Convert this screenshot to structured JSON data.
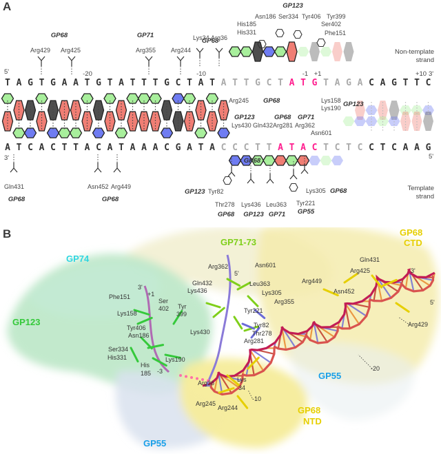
{
  "panel_a": {
    "letter": "A",
    "nontemplate_label_1": "Non-template",
    "nontemplate_label_2": "strand",
    "template_label_1": "Template",
    "template_label_2": "strand",
    "top_sequence": [
      "T",
      "A",
      "G",
      "T",
      "G",
      "A",
      "A",
      "T",
      "G",
      "T",
      "A",
      "T",
      "T",
      "T",
      "G",
      "C",
      "T",
      "A",
      "T",
      "A",
      "T",
      "T",
      "G",
      "C",
      "T",
      "A",
      "T",
      "G",
      "T",
      "A",
      "G",
      "A",
      "C",
      "A",
      "G",
      "T",
      "T",
      "C"
    ],
    "bottom_sequence": [
      "A",
      "T",
      "C",
      "A",
      "C",
      "T",
      "T",
      "A",
      "C",
      "A",
      "T",
      "A",
      "A",
      "A",
      "C",
      "G",
      "A",
      "T",
      "A",
      "C",
      "C",
      "C",
      "T",
      "T",
      "A",
      "T",
      "A",
      "C",
      "T",
      "C",
      "T",
      "C",
      "C",
      "T",
      "C",
      "A",
      "A",
      "G"
    ],
    "top_end_5": "5'",
    "top_end_3": "3'",
    "bottom_end_3": "3'",
    "bottom_end_5": "5'",
    "position_labels": {
      "m20": "-20",
      "m10": "-10",
      "m1": "-1",
      "p1": "+1",
      "p10": "+10"
    },
    "top_residues": {
      "arg429": "Arg429",
      "arg425": "Arg425",
      "arg355": "Arg355",
      "arg244": "Arg244",
      "lys34": "Lys34",
      "arg36": "Arg36",
      "arg245": "Arg245",
      "his185": "His185",
      "his331": "His331",
      "asn186": "Asn186",
      "ser334": "Ser334",
      "tyr406": "Tyr406",
      "tyr399": "Tyr399",
      "ser402": "Ser402",
      "phe151": "Phe151",
      "lys158": "Lys158",
      "lys190": "Lys190"
    },
    "top_gp_labels": {
      "gp68_left": "GP68",
      "gp71": "GP71",
      "gp68_mid": "GP68",
      "gp123_top": "GP123",
      "gp68_arg245": "GP68",
      "gp123_lys": "GP123"
    },
    "bottom_residues": {
      "lys430": "Lys430",
      "gln432": "Gln432",
      "arg281": "Arg281",
      "arg362": "Arg362",
      "asn601": "Asn601",
      "gln431": "Gln431",
      "asn452": "Asn452",
      "arg449": "Arg449",
      "tyr82": "Tyr82",
      "thr278": "Thr278",
      "lys436": "Lys436",
      "leu363": "Leu363",
      "tyr221": "Tyr221",
      "lys305": "Lys305"
    },
    "bottom_gp_labels": {
      "gp123_a": "GP123",
      "gp68_a": "GP68",
      "gp71_a": "GP71",
      "gp68_b": "GP68",
      "gp68_gln": "GP68",
      "gp68_asn": "GP68",
      "gp123_tyr82": "GP123",
      "gp68_thr": "GP68",
      "gp123_lys436": "GP123",
      "gp71_leu": "GP71",
      "gp55_tyr": "GP55",
      "gp68_lys305": "GP68"
    }
  },
  "panel_b": {
    "letter": "B",
    "subunits": {
      "gp74": "GP74",
      "gp71_73": "GP71-73",
      "gp68_ctd_1": "GP68",
      "gp68_ctd_2": "CTD",
      "gp123": "GP123",
      "gp55_right": "GP55",
      "gp68_ntd_1": "GP68",
      "gp68_ntd_2": "NTD",
      "gp55_bottom": "GP55"
    },
    "residue_labels": {
      "arg362": "Arg362",
      "asn601": "Asn601",
      "five_prime_mid": "5'",
      "gln432": "Gln432",
      "leu363": "Leu363",
      "lys436": "Lys436",
      "lys305": "Lys305",
      "arg355": "Arg355",
      "tyr221": "Tyr221",
      "tyr82": "Tyr82",
      "thr278": "Thr278",
      "arg281": "Arg281",
      "lys430": "Lys430",
      "phe151": "Phe151",
      "three_prime_left": "3'",
      "plus1": "+1",
      "ser": "Ser",
      "ser_num": "402",
      "tyr": "Tyr",
      "tyr_num": "399",
      "lys158": "Lys158",
      "tyr406": "Tyr406",
      "asn186": "Asn186",
      "ser334": "Ser334",
      "his331": "His331",
      "his": "His",
      "his_num": "185",
      "lys190": "Lys190",
      "minus3": "-3",
      "gln431": "Gln431",
      "arg425": "Arg425",
      "arg449": "Arg449",
      "asn452": "Asn452",
      "three_prime_right": "3'",
      "five_prime_right": "5'",
      "arg429": "Arg429",
      "minus20": "-20",
      "arg36": "Arg36",
      "lys": "Lys",
      "lys_num": "34",
      "minus10": "-10",
      "arg245": "Arg245",
      "arg244": "Arg244"
    },
    "colors": {
      "gp123": "#35c93b",
      "gp74": "#2fd6e0",
      "gp71_73": "#7fcf1a",
      "gp68": "#e6cf00",
      "gp55": "#1aa0e8"
    }
  },
  "colors": {
    "T_hex": "#a8ef9c",
    "A_hex": "#f07e74",
    "G_hex": "#4e4e4e",
    "C_hex": "#6f7cf2",
    "highlight": "#ff1d8e",
    "faded_text": "#aaaaaa"
  }
}
